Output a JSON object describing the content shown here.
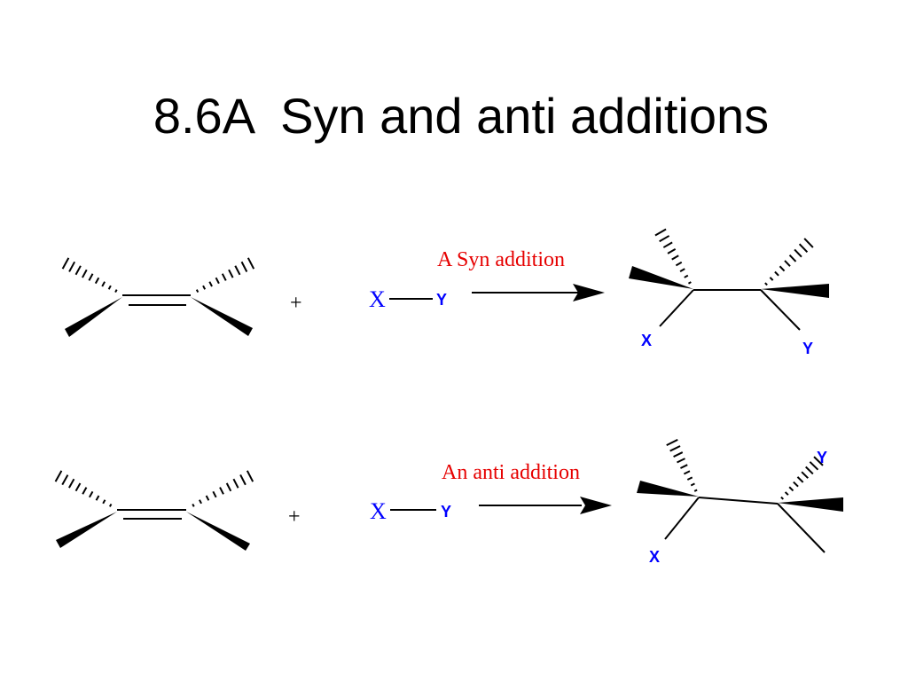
{
  "slide": {
    "title": "8.6A  Syn and anti additions"
  },
  "reactions": [
    {
      "plus": "+",
      "reagent": {
        "x_label": "X",
        "y_label": "Y"
      },
      "arrow_label": "A Syn addition",
      "product": {
        "x_label": "X",
        "y_label": "Y"
      }
    },
    {
      "plus": "+",
      "reagent": {
        "x_label": "X",
        "y_label": "Y"
      },
      "arrow_label": "An anti addition",
      "product": {
        "x_label": "X",
        "y_label": "Y"
      }
    }
  ],
  "colors": {
    "label_red": "#e60000",
    "atom_blue": "#0000ff",
    "bond_black": "#000000"
  }
}
